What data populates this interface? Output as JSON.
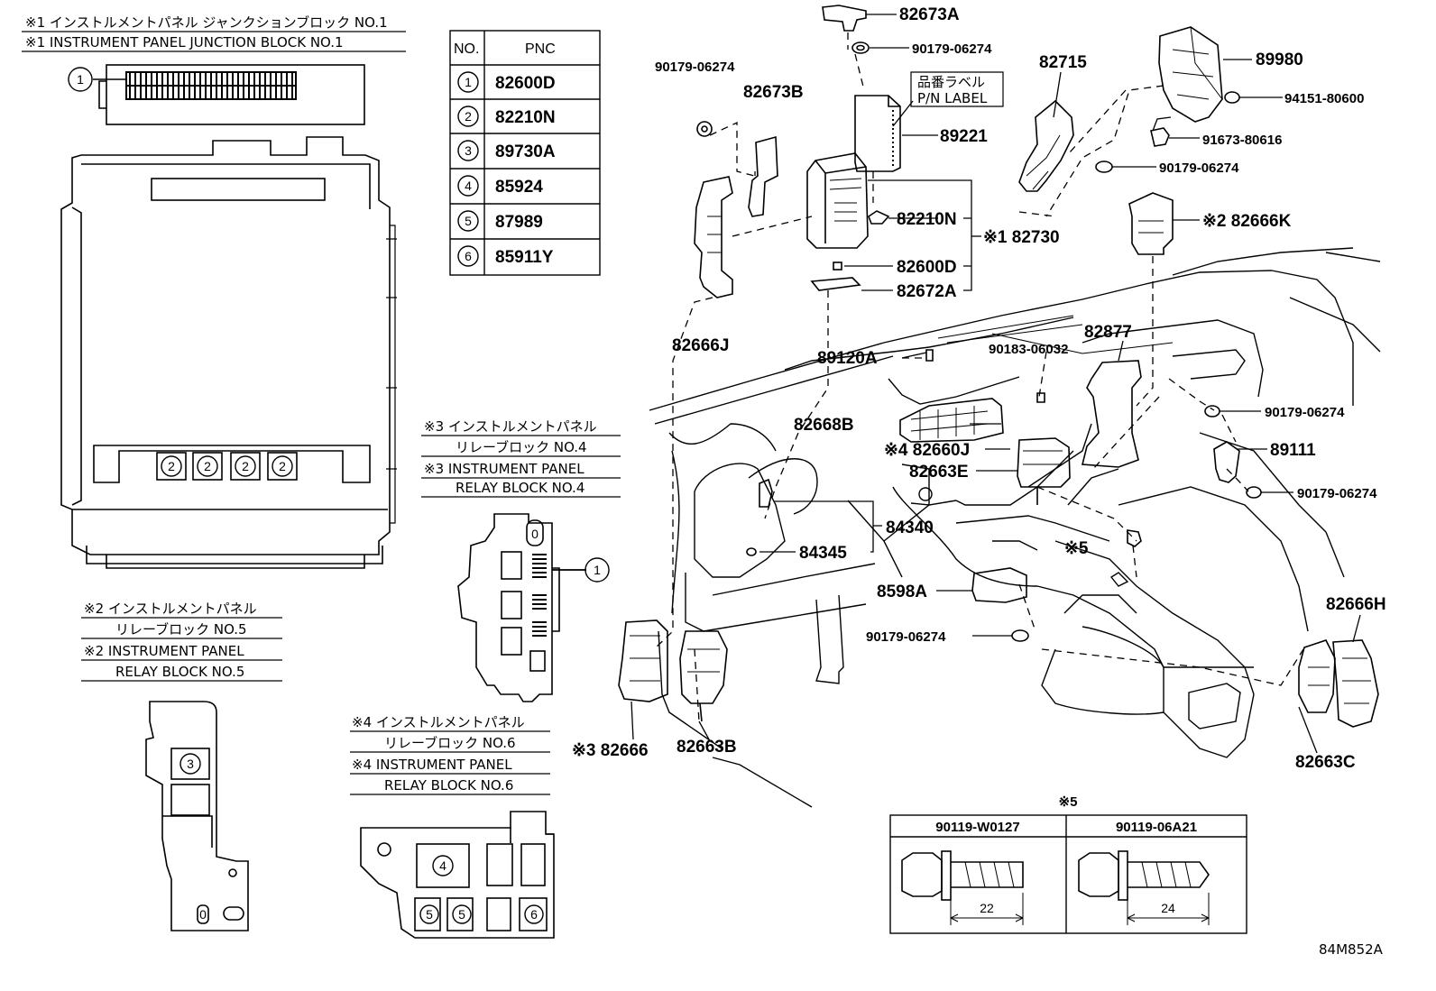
{
  "captions": {
    "jb1_jp": "※1 インストルメントパネル ジャンクションブロック NO.1",
    "jb1_en": "※1 INSTRUMENT PANEL JUNCTION BLOCK NO.1",
    "rb4_jp": "※3 インストルメントパネル",
    "rb4_jp2": "リレーブロック NO.4",
    "rb4_en": "※3 INSTRUMENT PANEL",
    "rb4_en2": "RELAY BLOCK NO.4",
    "rb5_jp": "※2 インストルメントパネル",
    "rb5_jp2": "リレーブロック NO.5",
    "rb5_en": "※2 INSTRUMENT PANEL",
    "rb5_en2": "RELAY BLOCK NO.5",
    "rb6_jp": "※4 インストルメントパネル",
    "rb6_jp2": "リレーブロック NO.6",
    "rb6_en": "※4 INSTRUMENT PANEL",
    "rb6_en2": "RELAY BLOCK NO.6"
  },
  "pnc_table": {
    "header_no": "NO.",
    "header_pnc": "PNC",
    "rows": [
      {
        "no": "1",
        "pnc": "82600D"
      },
      {
        "no": "2",
        "pnc": "82210N"
      },
      {
        "no": "3",
        "pnc": "89730A"
      },
      {
        "no": "4",
        "pnc": "85924"
      },
      {
        "no": "5",
        "pnc": "87989"
      },
      {
        "no": "6",
        "pnc": "85911Y"
      }
    ]
  },
  "callouts": {
    "c1": "1",
    "c2": "2",
    "c3": "3",
    "c4": "4",
    "c5": "5",
    "c6": "6"
  },
  "relay4_slot": "0",
  "relay5_slot": "0",
  "parts": {
    "p82673A": "82673A",
    "p90179_top": "90179-06274",
    "p90179_left": "90179-06274",
    "p82673B": "82673B",
    "label_jp": "品番ラベル",
    "label_en": "P/N LABEL",
    "p89221": "89221",
    "p82210N": "82210N",
    "p82730": "※1 82730",
    "p82600D": "82600D",
    "p82672A": "82672A",
    "p82666J": "82666J",
    "p82715": "82715",
    "p89980": "89980",
    "p94151": "94151-80600",
    "p91673": "91673-80616",
    "p90179_r1": "90179-06274",
    "p82666K": "※2 82666K",
    "p82877": "82877",
    "p89120A": "89120A",
    "p90183": "90183-06032",
    "p90179_r2": "90179-06274",
    "p82668B": "82668B",
    "p82660J": "※4 82660J",
    "p82663E": "82663E",
    "p89111": "89111",
    "p90179_r3": "90179-06274",
    "p84340": "84340",
    "p84345": "84345",
    "p5mark": "※5",
    "p8598A": "8598A",
    "p90179_b": "90179-06274",
    "p82666H": "82666H",
    "p82666": "※3 82666",
    "p82663B": "82663B",
    "p82663C": "82663C"
  },
  "bolt_table": {
    "title": "※5",
    "col1": "90119-W0127",
    "col2": "90119-06A21",
    "len1": "22",
    "len2": "24"
  },
  "figure_code": "84M852A"
}
